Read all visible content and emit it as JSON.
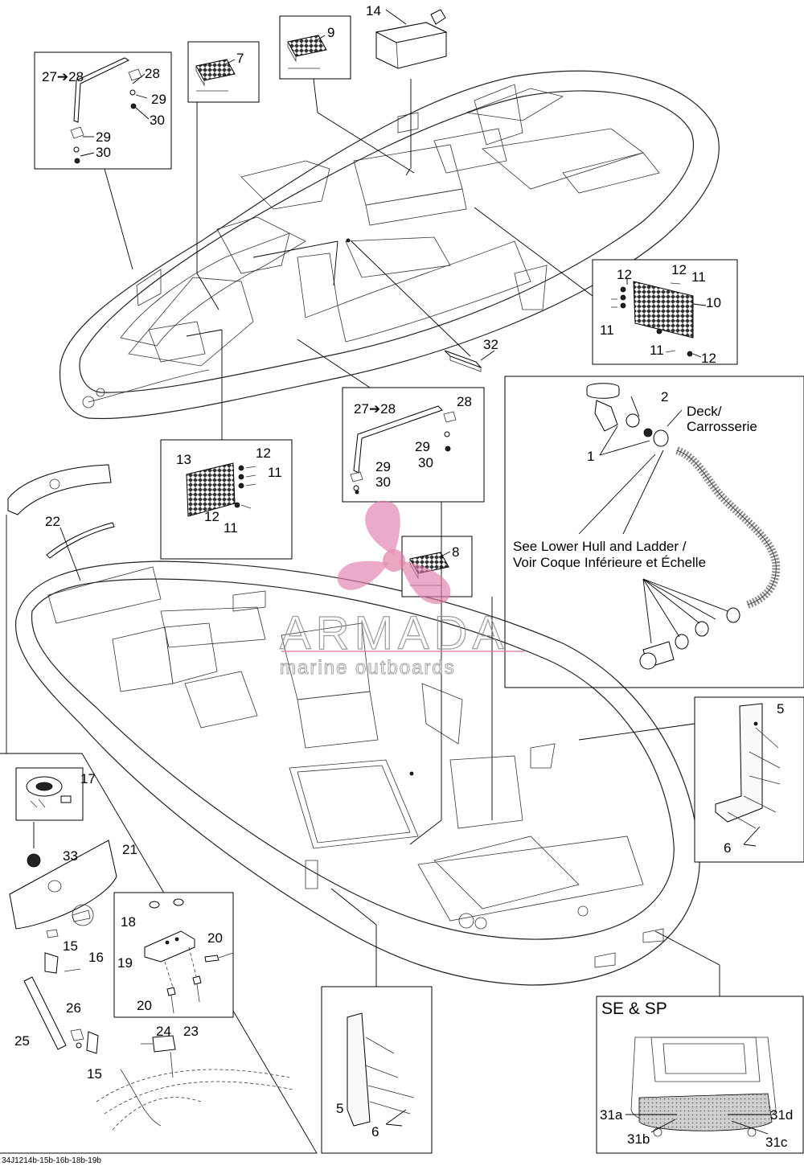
{
  "diagram": {
    "callouts": {
      "c1": "1",
      "c2": "2",
      "c5a": "5",
      "c5b": "5",
      "c6a": "6",
      "c6b": "6",
      "c7": "7",
      "c8": "8",
      "c9": "9",
      "c10": "10",
      "c11a": "11",
      "c11b": "11",
      "c11c": "11",
      "c11d": "11",
      "c11e": "11",
      "c12a": "12",
      "c12b": "12",
      "c12c": "12",
      "c12d": "12",
      "c12e": "12",
      "c13": "13",
      "c14": "14",
      "c15a": "15",
      "c15b": "15",
      "c16": "16",
      "c17": "17",
      "c18": "18",
      "c19": "19",
      "c20a": "20",
      "c20b": "20",
      "c21": "21",
      "c22": "22",
      "c23": "23",
      "c24": "24",
      "c25": "25",
      "c26": "26",
      "c2728a": "27➔28",
      "c28a": "28",
      "c29a": "29",
      "c30a": "30",
      "c29b": "29",
      "c30b": "30",
      "c2728b": "27➔28",
      "c28b": "28",
      "c29c": "29",
      "c30c": "30",
      "c29d": "29",
      "c30d": "30",
      "c31a": "31a",
      "c31b": "31b",
      "c31c": "31c",
      "c31d": "31d",
      "c32": "32",
      "c33": "33"
    },
    "deck_label_1": "Deck/",
    "deck_label_2": "Carrosserie",
    "see_lower_1": "See Lower Hull and Ladder /",
    "see_lower_2": "Voir Coque Inférieure et Échelle",
    "inset_title": "SE & SP",
    "drawing_code": "34J1214b-15b-16b-18b-19b"
  },
  "watermark": {
    "brand": "ARMADA",
    "tagline": "marine outboards",
    "accent_color": "#e07aa8"
  }
}
